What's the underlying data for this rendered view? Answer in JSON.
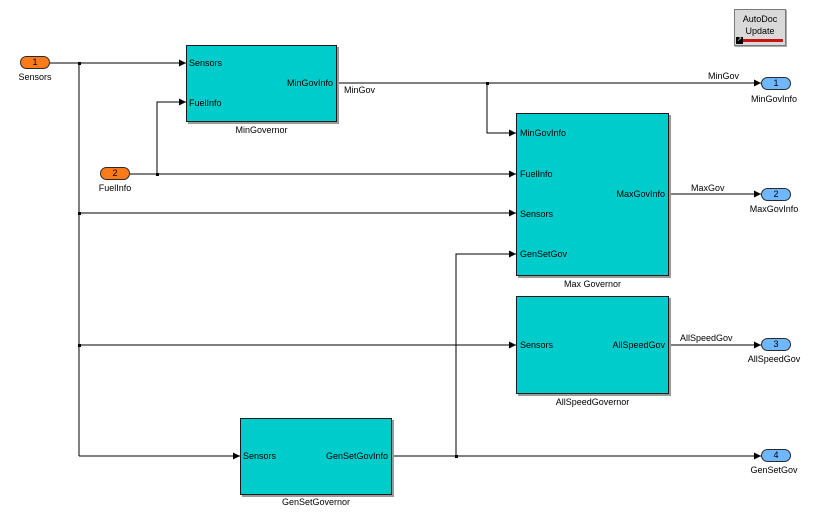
{
  "inports": [
    {
      "number": "1",
      "name": "Sensors"
    },
    {
      "number": "2",
      "name": "FuelInfo"
    }
  ],
  "outports": [
    {
      "number": "1",
      "name": "MinGovInfo"
    },
    {
      "number": "2",
      "name": "MaxGovInfo"
    },
    {
      "number": "3",
      "name": "AllSpeedGov"
    },
    {
      "number": "4",
      "name": "GenSetGov"
    }
  ],
  "blocks": {
    "min_governor": {
      "title": "MinGovernor",
      "in_ports": [
        "Sensors",
        "FuelInfo"
      ],
      "out_port": "MinGovInfo"
    },
    "max_governor": {
      "title": "Max Governor",
      "in_ports": [
        "MinGovInfo",
        "FuelInfo",
        "Sensors",
        "GenSetGov"
      ],
      "out_port": "MaxGovInfo"
    },
    "allspeed_governor": {
      "title": "AllSpeedGovernor",
      "in_ports": [
        "Sensors"
      ],
      "out_port": "AllSpeedGov"
    },
    "genset_governor": {
      "title": "GenSetGovernor",
      "in_ports": [
        "Sensors"
      ],
      "out_port": "GenSetGovInfo"
    }
  },
  "signals": {
    "mingov_near_block": "MinGov",
    "mingov_near_output": "MinGov",
    "maxgov": "MaxGov",
    "allspeedgov": "AllSpeedGov"
  },
  "autodoc": {
    "line1": "AutoDoc",
    "line2": "Update"
  }
}
